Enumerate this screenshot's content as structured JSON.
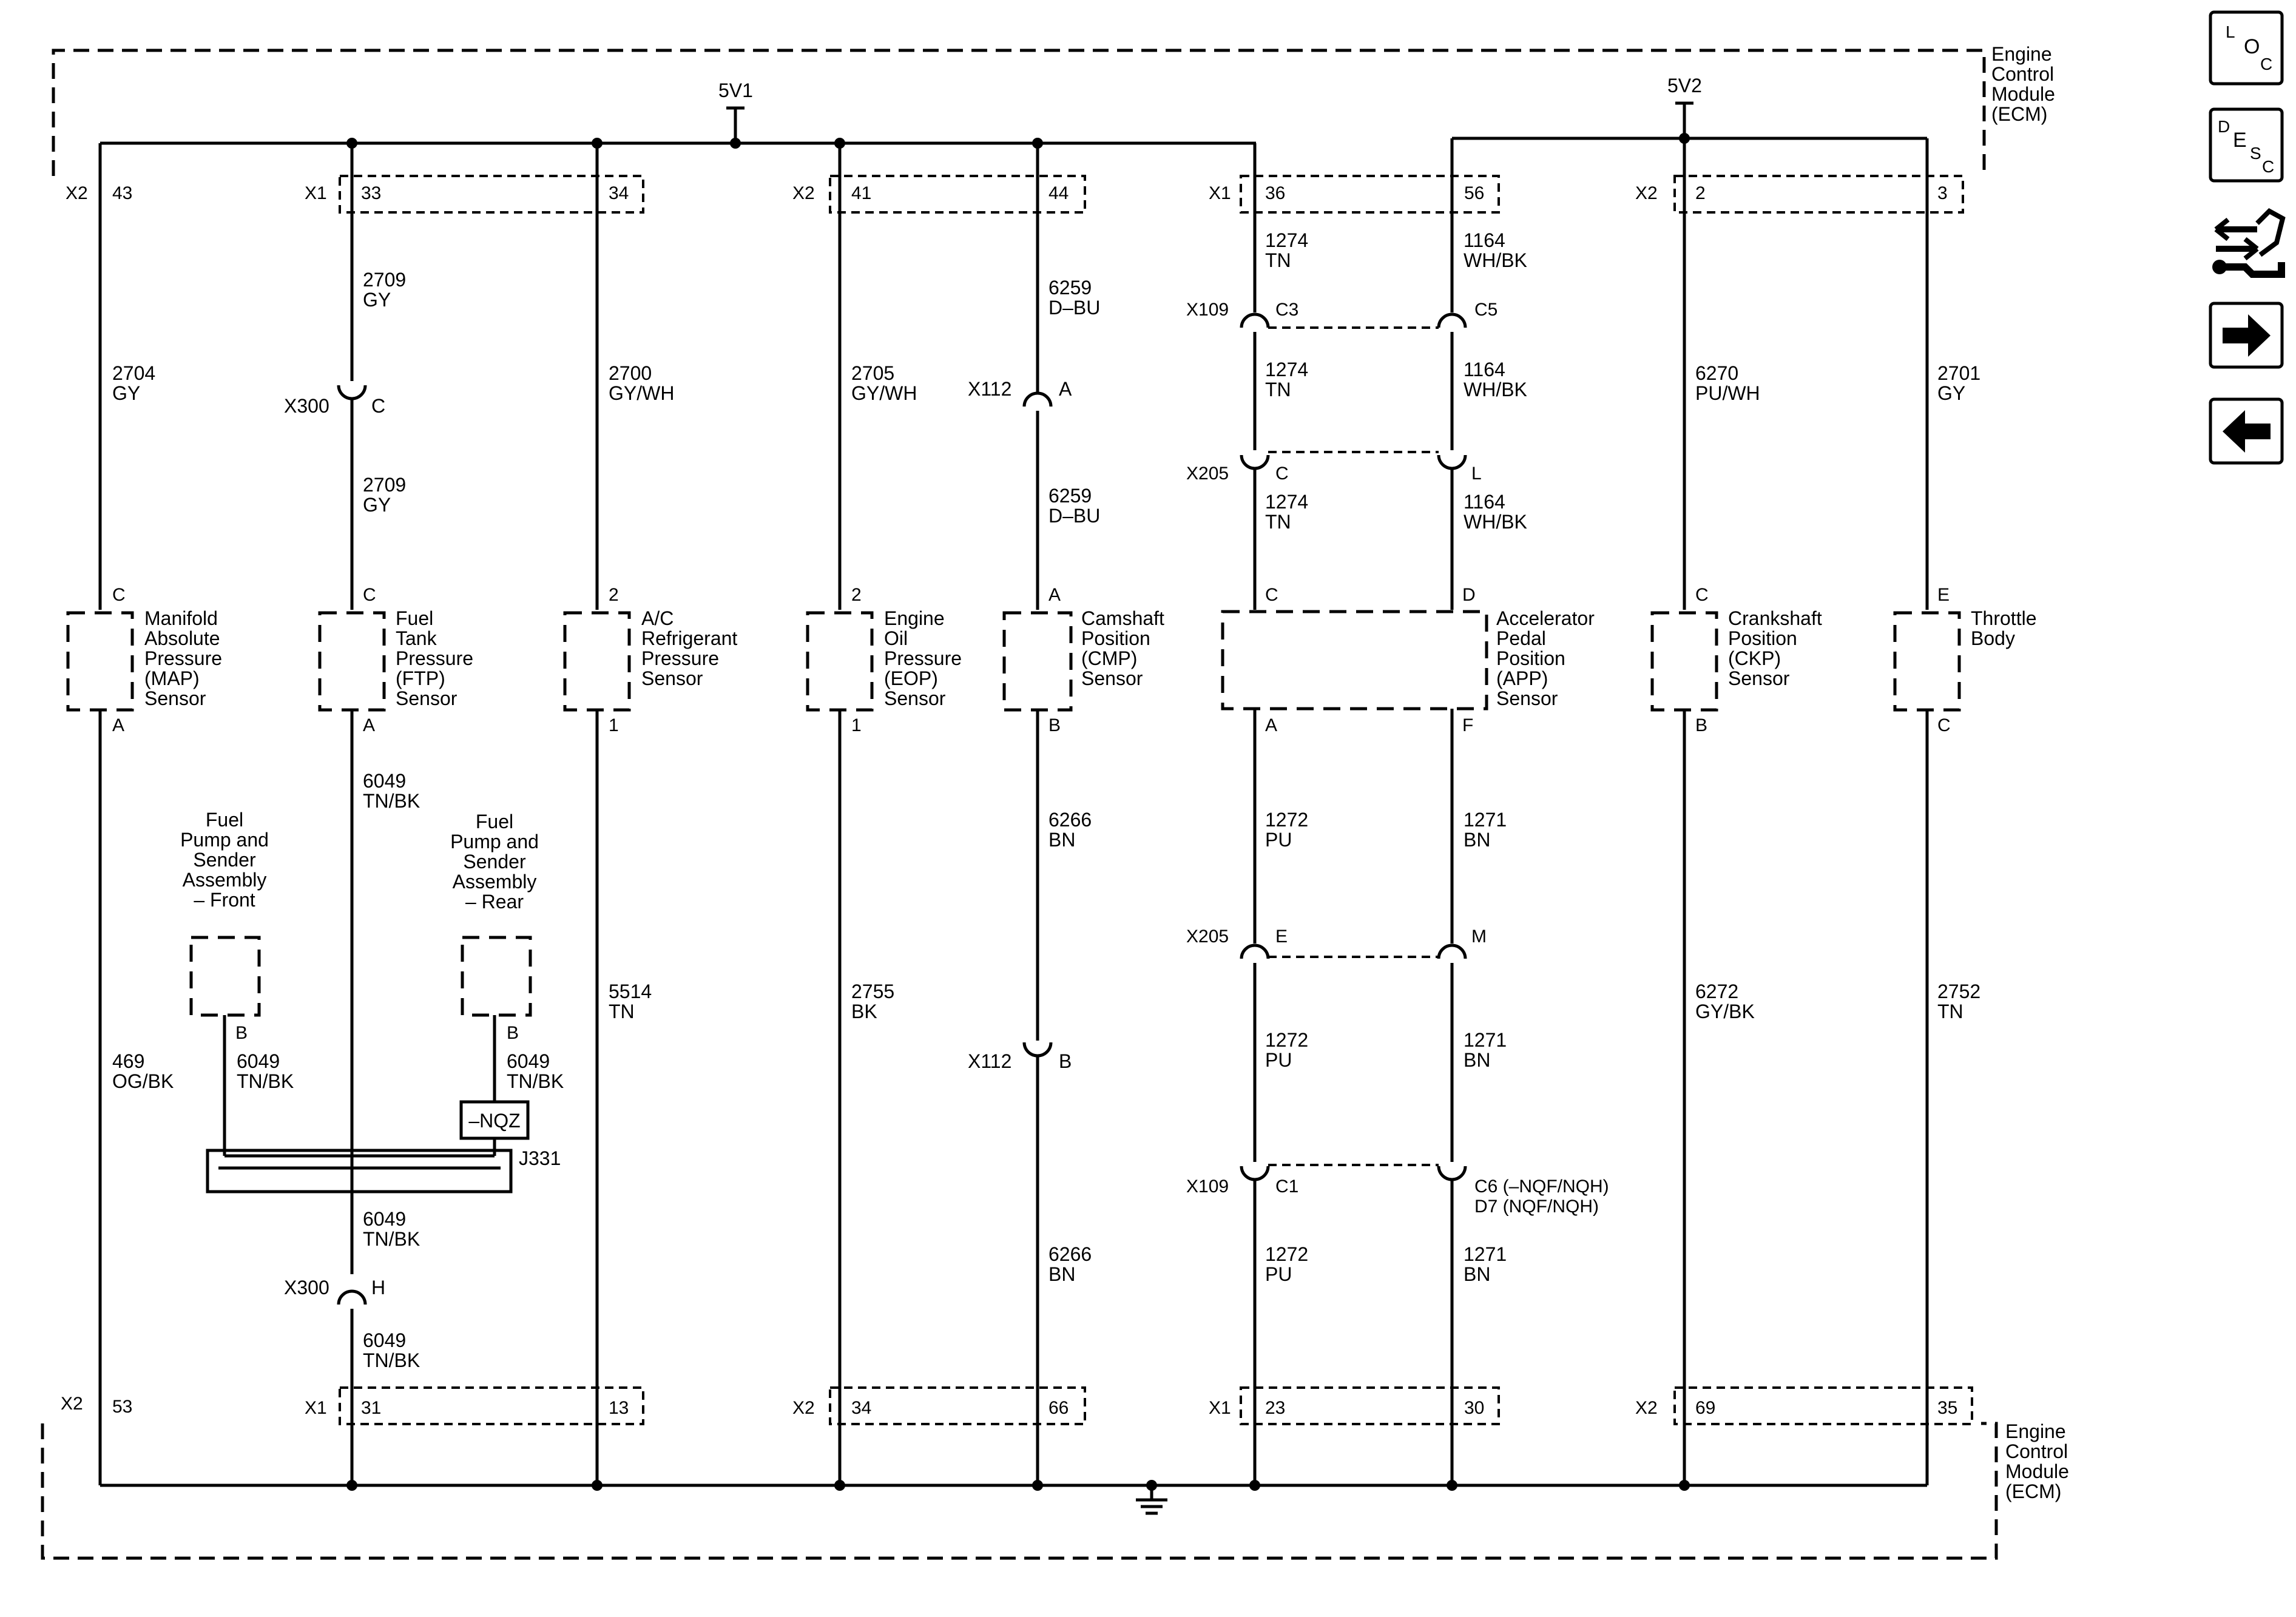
{
  "ecm": {
    "top_label": [
      "Engine",
      "Control",
      "Module",
      "(ECM)"
    ],
    "bottom_label": [
      "Engine",
      "Control",
      "Module",
      "(ECM)"
    ],
    "supply_5v1": "5V1",
    "supply_5v2": "5V2"
  },
  "top_pins": [
    {
      "connector": "X2",
      "pin": "43"
    },
    {
      "connector": "X1",
      "pin": "33"
    },
    {
      "connector": "",
      "pin": "34"
    },
    {
      "connector": "X2",
      "pin": "41"
    },
    {
      "connector": "",
      "pin": "44"
    },
    {
      "connector": "X1",
      "pin": "36"
    },
    {
      "connector": "",
      "pin": "56"
    },
    {
      "connector": "X2",
      "pin": "2"
    },
    {
      "connector": "",
      "pin": "3"
    }
  ],
  "bottom_pins": [
    {
      "connector": "X2",
      "pin": "53"
    },
    {
      "connector": "X1",
      "pin": "31"
    },
    {
      "connector": "",
      "pin": "13"
    },
    {
      "connector": "X2",
      "pin": "34"
    },
    {
      "connector": "",
      "pin": "66"
    },
    {
      "connector": "X1",
      "pin": "23"
    },
    {
      "connector": "",
      "pin": "30"
    },
    {
      "connector": "X2",
      "pin": "69"
    },
    {
      "connector": "",
      "pin": "35"
    }
  ],
  "components": {
    "map": {
      "label": [
        "Manifold",
        "Absolute",
        "Pressure",
        "(MAP)",
        "Sensor"
      ],
      "pin_top": "C",
      "pin_bottom": "A"
    },
    "ftp": {
      "label": [
        "Fuel",
        "Tank",
        "Pressure",
        "(FTP)",
        "Sensor"
      ],
      "pin_top": "C",
      "pin_bottom": "A"
    },
    "ac": {
      "label": [
        "A/C",
        "Refrigerant",
        "Pressure",
        "Sensor"
      ],
      "pin_top": "2",
      "pin_bottom": "1"
    },
    "eop": {
      "label": [
        "Engine",
        "Oil",
        "Pressure",
        "(EOP)",
        "Sensor"
      ],
      "pin_top": "2",
      "pin_bottom": "1"
    },
    "cmp": {
      "label": [
        "Camshaft",
        "Position",
        "(CMP)",
        "Sensor"
      ],
      "pin_top": "A",
      "pin_bottom": "B"
    },
    "app": {
      "label": [
        "Accelerator",
        "Pedal",
        "Position",
        "(APP)",
        "Sensor"
      ],
      "pins_top": [
        "C",
        "D"
      ],
      "pins_bottom": [
        "A",
        "F"
      ]
    },
    "ckp": {
      "label": [
        "Crankshaft",
        "Position",
        "(CKP)",
        "Sensor"
      ],
      "pin_top": "C",
      "pin_bottom": "B"
    },
    "tb": {
      "label": [
        "Throttle",
        "Body"
      ],
      "pin_top": "E",
      "pin_bottom": "C"
    },
    "pump_front": {
      "label": [
        "Fuel",
        "Pump and",
        "Sender",
        "Assembly",
        "– Front"
      ],
      "pin": "B"
    },
    "pump_rear": {
      "label": [
        "Fuel",
        "Pump and",
        "Sender",
        "Assembly",
        "– Rear"
      ],
      "pin": "B"
    }
  },
  "wires": {
    "w2704": [
      "2704",
      "GY"
    ],
    "w469": [
      "469",
      "OG/BK"
    ],
    "w2709a": [
      "2709",
      "GY"
    ],
    "w2709b": [
      "2709",
      "GY"
    ],
    "w6049a": [
      "6049",
      "TN/BK"
    ],
    "w6049front": [
      "6049",
      "TN/BK"
    ],
    "w6049rear": [
      "6049",
      "TN/BK"
    ],
    "w6049c": [
      "6049",
      "TN/BK"
    ],
    "w6049d": [
      "6049",
      "TN/BK"
    ],
    "w2700": [
      "2700",
      "GY/WH"
    ],
    "w5514": [
      "5514",
      "TN"
    ],
    "w2705": [
      "2705",
      "GY/WH"
    ],
    "w2755": [
      "2755",
      "BK"
    ],
    "w6259a": [
      "6259",
      "D–BU"
    ],
    "w6259b": [
      "6259",
      "D–BU"
    ],
    "w6266a": [
      "6266",
      "BN"
    ],
    "w6266b": [
      "6266",
      "BN"
    ],
    "w1274a": [
      "1274",
      "TN"
    ],
    "w1274b": [
      "1274",
      "TN"
    ],
    "w1274c": [
      "1274",
      "TN"
    ],
    "w1164a": [
      "1164",
      "WH/BK"
    ],
    "w1164b": [
      "1164",
      "WH/BK"
    ],
    "w1164c": [
      "1164",
      "WH/BK"
    ],
    "w1272a": [
      "1272",
      "PU"
    ],
    "w1272b": [
      "1272",
      "PU"
    ],
    "w1272c": [
      "1272",
      "PU"
    ],
    "w1271a": [
      "1271",
      "BN"
    ],
    "w1271b": [
      "1271",
      "BN"
    ],
    "w1271c": [
      "1271",
      "BN"
    ],
    "w6270": [
      "6270",
      "PU/WH"
    ],
    "w6272": [
      "6272",
      "GY/BK"
    ],
    "w2701": [
      "2701",
      "GY"
    ],
    "w2752": [
      "2752",
      "TN"
    ]
  },
  "inline": {
    "x300_top": {
      "name": "X300",
      "pin": "C"
    },
    "x300_bot": {
      "name": "X300",
      "pin": "H"
    },
    "x112_top": {
      "name": "X112",
      "pin": "A"
    },
    "x112_bot": {
      "name": "X112",
      "pin": "B"
    },
    "x109_top": {
      "name": "X109",
      "pin_left": "C3",
      "pin_right": "C5"
    },
    "x205_top": {
      "name": "X205",
      "pin_left": "C",
      "pin_right": "L"
    },
    "x205_bot": {
      "name": "X205",
      "pin_left": "E",
      "pin_right": "M"
    },
    "x109_bot": {
      "name": "X109",
      "pin_left": "C1",
      "pin_right_1": "C6 (–NQF/NQH)",
      "pin_right_2": "D7 (NQF/NQH)"
    }
  },
  "splice": {
    "name": "J331",
    "option": "–NQZ"
  },
  "nav": {
    "loc": [
      "L",
      "O",
      "C"
    ],
    "desc": [
      "D",
      "E",
      "S",
      "C"
    ]
  }
}
